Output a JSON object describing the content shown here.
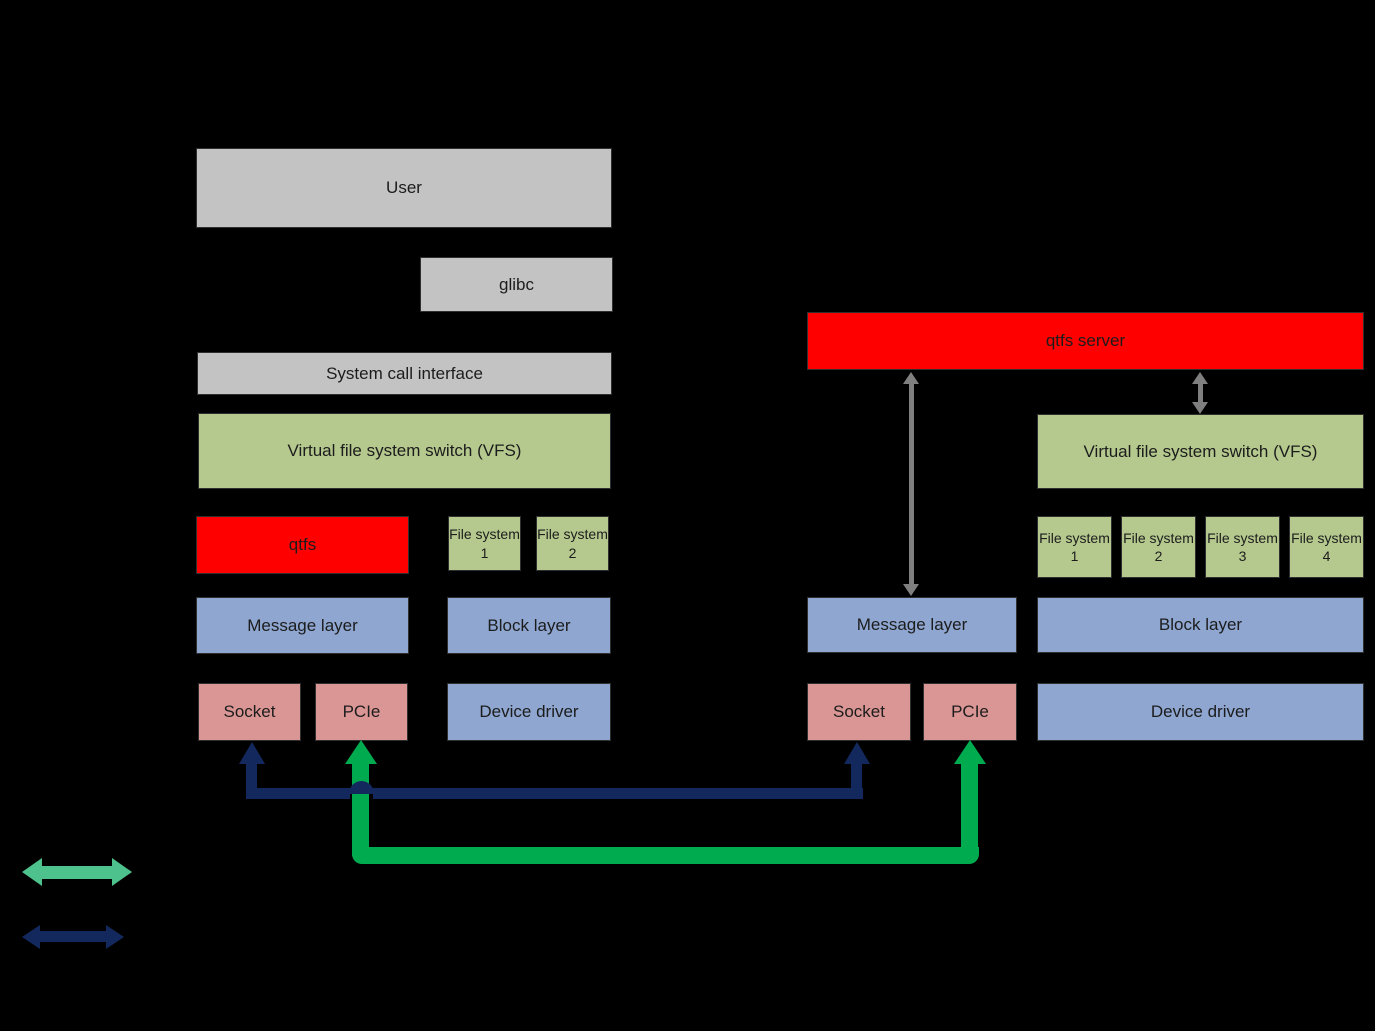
{
  "colors": {
    "background": "#000000",
    "box_gray": "#c3c3c3",
    "box_green": "#b5c98e",
    "box_blue": "#8ea6d0",
    "box_red": "#fe0000",
    "box_salmon": "#d99694",
    "arrow_navy": "#13295e",
    "arrow_green": "#00ab50",
    "arrow_gray": "#7f7f7f",
    "legend_green": "#4ec28c",
    "text": "#1c1c1c"
  },
  "client": {
    "user": "User",
    "glibc": "glibc",
    "syscall": "System call interface",
    "vfs": "Virtual file system switch (VFS)",
    "qtfs": "qtfs",
    "fs1": "File system 1",
    "fs2": "File system 2",
    "message": "Message layer",
    "block": "Block layer",
    "socket": "Socket",
    "pcie": "PCIe",
    "device": "Device driver"
  },
  "server": {
    "qtfs_server": "qtfs server",
    "vfs": "Virtual file system switch (VFS)",
    "fs1": "File system 1",
    "fs2": "File system 2",
    "fs3": "File system 3",
    "fs4": "File system 4",
    "message": "Message layer",
    "block": "Block layer",
    "socket": "Socket",
    "pcie": "PCIe",
    "device": "Device driver"
  },
  "legend": {
    "items": [
      {
        "icon": "green-double-arrow-icon"
      },
      {
        "icon": "navy-double-arrow-icon"
      }
    ]
  }
}
